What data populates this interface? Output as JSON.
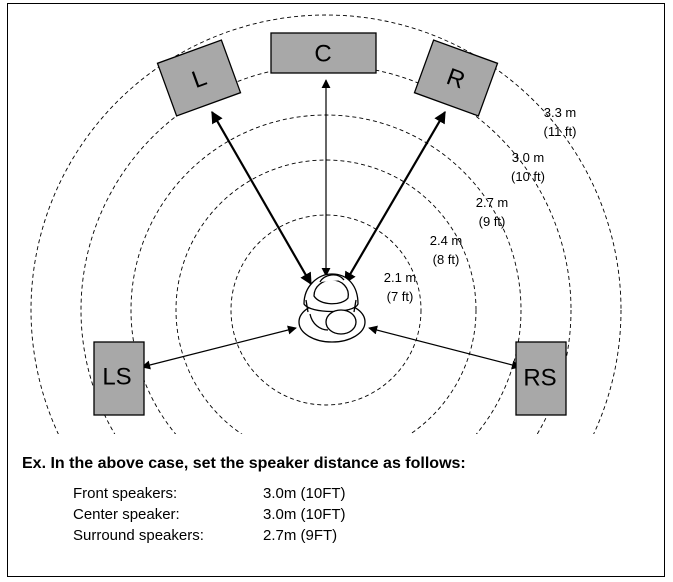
{
  "speakers": {
    "center": "C",
    "left": "L",
    "right": "R",
    "left_surround": "LS",
    "right_surround": "RS"
  },
  "distances": [
    {
      "m": "2.1 m",
      "ft": "(7 ft)"
    },
    {
      "m": "2.4 m",
      "ft": "(8 ft)"
    },
    {
      "m": "2.7 m",
      "ft": "(9 ft)"
    },
    {
      "m": "3.0 m",
      "ft": "(10 ft)"
    },
    {
      "m": "3.3 m",
      "ft": "(11 ft)"
    }
  ],
  "example": {
    "title": "Ex. In the above case, set the speaker distance as follows:",
    "rows": [
      {
        "label": "Front speakers:",
        "value": "3.0m (10FT)"
      },
      {
        "label": "Center speaker:",
        "value": "3.0m (10FT)"
      },
      {
        "label": "Surround speakers:",
        "value": "2.7m (9FT)"
      }
    ]
  },
  "colors": {
    "speaker_fill": "#a8a8a8",
    "line": "#000000"
  }
}
